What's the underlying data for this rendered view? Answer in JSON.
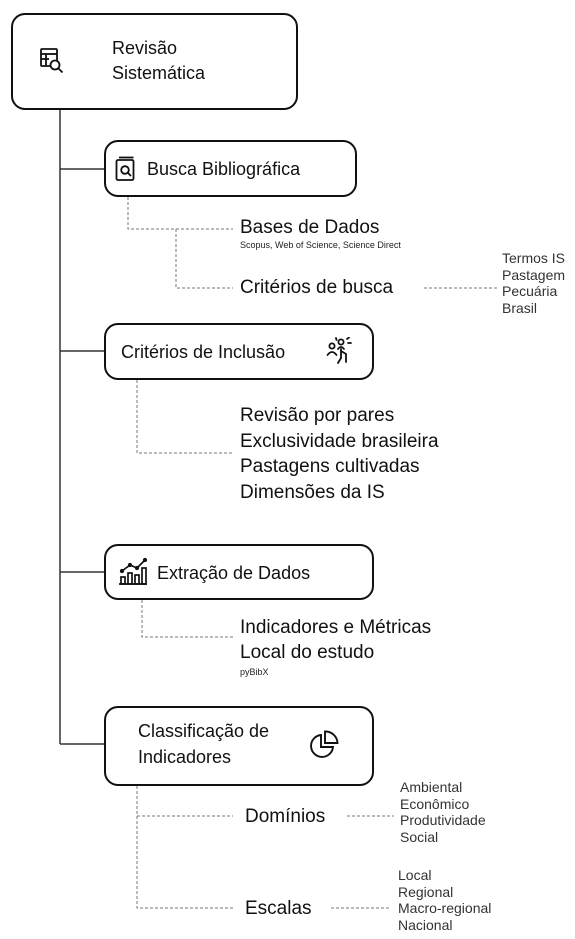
{
  "root": {
    "line1": "Revisão",
    "line2": "Sistemática",
    "icon": "table-search-icon"
  },
  "busca": {
    "title": "Busca Bibliográfica",
    "icon": "book-search-icon",
    "bases_label": "Bases de Dados",
    "bases_sub": "Scopus, Web of Science, Science Direct",
    "criterios_label": "Critérios de busca",
    "termos": [
      "Termos IS",
      "Pastagem",
      "Pecuária",
      "Brasil"
    ]
  },
  "inclusao": {
    "title": "Critérios de Inclusão",
    "icon": "people-select-icon",
    "items": [
      "Revisão por pares",
      "Exclusividade brasileira",
      "Pastagens cultivadas",
      "Dimensões da IS"
    ]
  },
  "extracao": {
    "title": "Extração de Dados",
    "icon": "bar-chart-trend-icon",
    "items": [
      "Indicadores e Métricas",
      "Local do estudo"
    ],
    "sub": "pyBibX"
  },
  "classificacao": {
    "line1": "Classificação de",
    "line2": "Indicadores",
    "icon": "pie-chart-icon",
    "dominios_label": "Domínios",
    "dominios": [
      "Ambiental",
      "Econômico",
      "Produtividade",
      "Social"
    ],
    "escalas_label": "Escalas",
    "escalas": [
      "Local",
      "Regional",
      "Macro-regional",
      "Nacional"
    ]
  }
}
